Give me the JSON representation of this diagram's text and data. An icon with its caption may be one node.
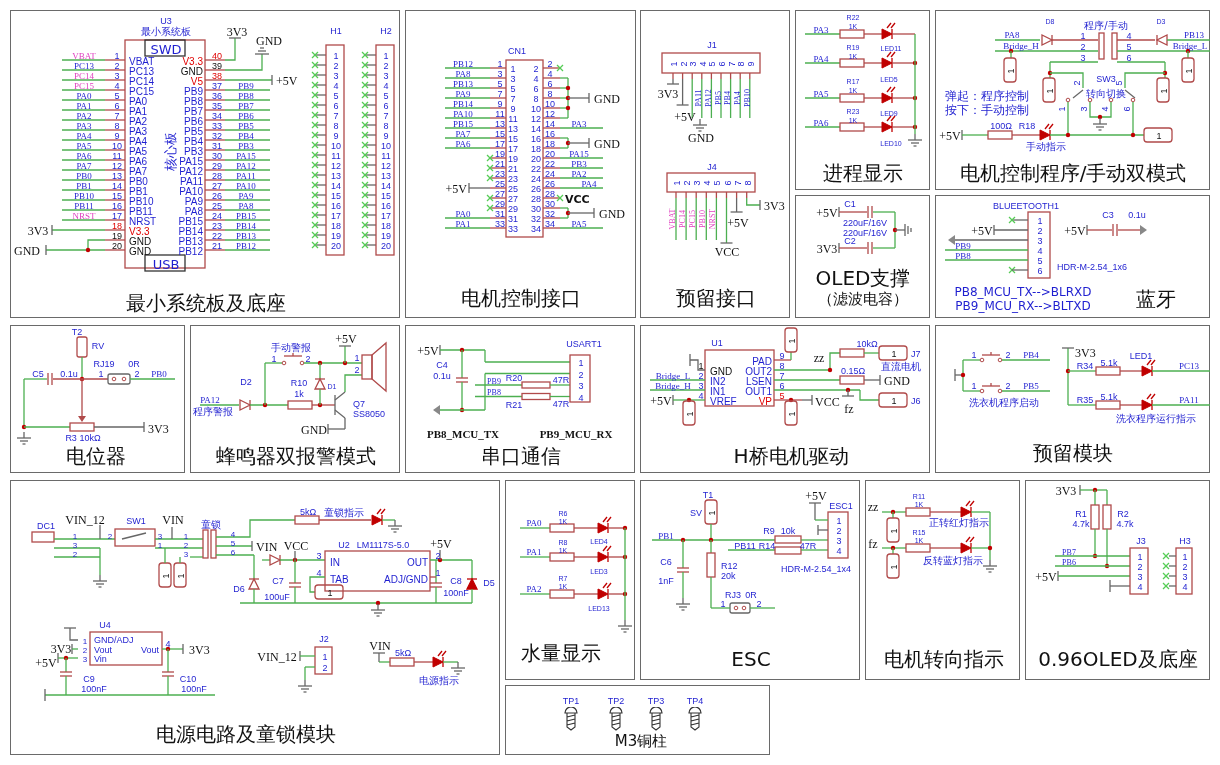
{
  "diagram": {
    "nodes": [
      {
        "text": [
          "U3",
          "最小系统板",
          "SWD",
          "USB",
          "核心板",
          "VBAT",
          "PC13",
          "PC14",
          "PC15",
          "PA0",
          "PA1",
          "PA2",
          "PA3",
          "PA4",
          "PA5",
          "PA6",
          "PA7",
          "PB0",
          "PB1",
          "PB10",
          "PB11",
          "NRST",
          "1",
          "2",
          "3",
          "4",
          "5",
          "6",
          "7",
          "8",
          "9",
          "10",
          "11",
          "12",
          "13",
          "14",
          "15",
          "16",
          "17",
          "18",
          "19",
          "20",
          "VBAT",
          "PC13",
          "PC14",
          "PC15",
          "PA0",
          "PA1",
          "PA2",
          "PA3",
          "PA4",
          "PA5",
          "PA6",
          "PA7",
          "PB0",
          "PB1",
          "PB10",
          "PB11",
          "NRST",
          "V3.3",
          "GND",
          "GND",
          "V3.3",
          "GND",
          "V5",
          "PB9",
          "PB8",
          "PB7",
          "PB6",
          "PB5",
          "PB4",
          "PB3",
          "PA15",
          "PA12",
          "PA11",
          "PA10",
          "PA9",
          "PA8",
          "PB15",
          "PB14",
          "PB13",
          "PB12",
          "40",
          "39",
          "38",
          "37",
          "36",
          "35",
          "34",
          "33",
          "32",
          "31",
          "30",
          "29",
          "28",
          "27",
          "26",
          "25",
          "24",
          "23",
          "22",
          "21",
          "PB9",
          "PB8",
          "PB7",
          "PB6",
          "PB5",
          "PB4",
          "PB3",
          "PA15",
          "PA12",
          "PA11",
          "PA10",
          "PA9",
          "PA8",
          "PB15",
          "PB14",
          "PB13",
          "PB12",
          "3V3",
          "GND",
          "+5V",
          "3V3",
          "GND",
          "H1",
          "1",
          "2",
          "3",
          "4",
          "5",
          "6",
          "7",
          "8",
          "9",
          "10",
          "11",
          "12",
          "13",
          "14",
          "15",
          "16",
          "17",
          "18",
          "19",
          "20",
          "H2",
          "1",
          "2",
          "3",
          "4",
          "5",
          "6",
          "7",
          "8",
          "9",
          "10",
          "11",
          "12",
          "13",
          "14",
          "15",
          "16",
          "17",
          "18",
          "19",
          "20",
          "最小系统板及底座"
        ]
      },
      {
        "text": [
          "CN1",
          "PB12",
          "PA8",
          "PB13",
          "PA9",
          "PB14",
          "PA10",
          "PB15",
          "PA7",
          "PA6",
          "PA0",
          "PA1",
          "1",
          "3",
          "5",
          "7",
          "9",
          "11",
          "13",
          "15",
          "17",
          "19",
          "21",
          "23",
          "25",
          "27",
          "29",
          "31",
          "33",
          "1",
          "3",
          "5",
          "7",
          "9",
          "11",
          "13",
          "15",
          "17",
          "19",
          "21",
          "23",
          "25",
          "27",
          "29",
          "31",
          "33",
          "2",
          "4",
          "6",
          "8",
          "10",
          "12",
          "14",
          "16",
          "18",
          "20",
          "22",
          "24",
          "26",
          "28",
          "30",
          "32",
          "34",
          "2",
          "4",
          "6",
          "8",
          "10",
          "12",
          "14",
          "16",
          "18",
          "20",
          "22",
          "24",
          "26",
          "28",
          "30",
          "32",
          "34",
          "PA3",
          "PA15",
          "PB3",
          "PA2",
          "PA4",
          "PA5",
          "GND",
          "GND",
          "GND",
          "+5V",
          "VCC",
          "电机控制接口"
        ]
      },
      {
        "text": [
          "J1",
          "1",
          "2",
          "3",
          "4",
          "5",
          "6",
          "7",
          "8",
          "9",
          "PA11",
          "PA12",
          "PB5",
          "PB4",
          "PA4",
          "PB10",
          "3V3",
          "+5V",
          "GND",
          "J4",
          "1",
          "2",
          "3",
          "4",
          "5",
          "6",
          "7",
          "8",
          "VBAT",
          "PC14",
          "PC15",
          "PB10",
          "NRST",
          "+5V",
          "3V3",
          "VCC",
          "预留接口"
        ]
      },
      {
        "text": [
          "PA3",
          "PA4",
          "PA5",
          "PA6",
          "R22",
          "1K",
          "R19",
          "1K",
          "R17",
          "1K",
          "R23",
          "1K",
          "LED11",
          "LED5",
          "LED9",
          "LED10",
          "进程显示"
        ]
      },
      {
        "text": [
          "D8",
          "D3",
          "程序/手动",
          "PA8",
          "Bridge_H",
          "PB13",
          "Bridge_L",
          "1",
          "2",
          "3",
          "4",
          "5",
          "6",
          "SW3",
          "转向切换",
          "2",
          "5",
          "1",
          "3",
          "4",
          "6",
          "弹起：程序控制",
          "按下：手动控制",
          "+5V",
          "100Ω",
          "R18",
          "手动指示",
          "1",
          "1",
          "1",
          "1",
          "1",
          "电机控制程序/手动双模式"
        ]
      },
      {
        "text": [
          "+5V",
          "C1",
          "220uF/16V",
          "220uF/16V",
          "3V3",
          "C2",
          "OLED支撑",
          "（滤波电容）"
        ]
      },
      {
        "text": [
          "BLUEETOOTH1",
          "1",
          "2",
          "3",
          "4",
          "5",
          "6",
          "+5V",
          "PB9",
          "PB8",
          "HDR-M-2.54_1x6",
          "C3",
          "0.1u",
          "+5V",
          "PB8_MCU_TX-->BLRXD",
          "PB9_MCU_RX-->BLTXD",
          "蓝牙"
        ]
      },
      {
        "text": [
          "T2",
          "RV",
          "C5",
          "0.1u",
          "RJ19",
          "0R",
          "1",
          "2",
          "PB0",
          "R3 10kΩ",
          "3V3",
          "电位器"
        ]
      },
      {
        "text": [
          "+5V",
          "手动警报",
          "1",
          "2",
          "1",
          "2",
          "D2",
          "R10",
          "1k",
          "D1",
          "PA12",
          "程序警报",
          "Q7",
          "SS8050",
          "GND",
          "蜂鸣器双报警模式"
        ]
      },
      {
        "text": [
          "+5V",
          "C4",
          "0.1u",
          "USART1",
          "1",
          "2",
          "3",
          "4",
          "PB9",
          "R20",
          "47R",
          "PB8",
          "R21",
          "47R",
          "PB8_MCU_TX",
          "PB9_MCU_RX",
          "串口通信"
        ]
      },
      {
        "text": [
          "U1",
          "1",
          "GND",
          "2",
          "IN2",
          "3",
          "IN1",
          "4",
          "VREF",
          "PAD",
          "OUT2",
          "LSEN",
          "OUT1",
          "VP",
          "9",
          "8",
          "7",
          "6",
          "5",
          "Bridge_L",
          "Bridge_H",
          "+5V",
          "zz",
          "10kΩ",
          "1",
          "J7",
          "直流电机",
          "0.15Ω",
          "GND",
          "1",
          "J6",
          "VCC",
          "fz",
          "1",
          "1",
          "1",
          "H桥电机驱动"
        ]
      },
      {
        "text": [
          "1",
          "2",
          "PB4",
          "1",
          "2",
          "PB5",
          "洗衣机程序启动",
          "3V3",
          "LED1",
          "R34",
          "5.1k",
          "PC13",
          "R35",
          "5.1k",
          "PA11",
          "洗衣程序运行指示",
          "预留模块"
        ]
      },
      {
        "text": [
          "DC1",
          "VIN_12",
          "SW1",
          "VIN",
          "童锁",
          "1",
          "3",
          "2",
          "2",
          "3",
          "1",
          "1",
          "2",
          "3",
          "4",
          "5",
          "6",
          "5kΩ",
          "童锁指示",
          "VIN",
          "VCC",
          "U2",
          "LM1117S-5.0",
          "+5V",
          "IN",
          "OUT",
          "3",
          "2",
          "4",
          "TAB",
          "ADJ/GND",
          "1",
          "D6",
          "C7",
          "100uF",
          "C8",
          "100nF",
          "D5",
          "1",
          "U4",
          "GND/ADJ",
          "1",
          "2",
          "3",
          "Vout",
          "Vin",
          "Vout",
          "4",
          "3V3",
          "+5V",
          "3V3",
          "C9",
          "100nF",
          "C10",
          "100nF",
          "J2",
          "VIN_12",
          "1",
          "2",
          "VIN",
          "5kΩ",
          "电源指示",
          "1",
          "1",
          "电源电路及童锁模块"
        ]
      },
      {
        "text": [
          "PA0",
          "R6",
          "1K",
          "LED4",
          "PA1",
          "R8",
          "1K",
          "LED3",
          "PA2",
          "R7",
          "1K",
          "LED13",
          "水量显示"
        ]
      },
      {
        "text": [
          "T1",
          "SV",
          "1",
          "+5V",
          "ESC1",
          "1",
          "2",
          "3",
          "4",
          "PB1",
          "C6",
          "1nF",
          "R12",
          "20k",
          "PB11",
          "R9",
          "10k",
          "R14",
          "47R",
          "HDR-M-2.54_1x4",
          "RJ3",
          "0R",
          "1",
          "2",
          "ESC"
        ]
      },
      {
        "text": [
          "zz",
          "R11",
          "1K",
          "正转红灯指示",
          "fz",
          "R15",
          "1K",
          "反转蓝灯指示",
          "1",
          "1",
          "电机转向指示"
        ]
      },
      {
        "text": [
          "3V3",
          "R1",
          "4.7k",
          "R2",
          "4.7k",
          "J3",
          "H3",
          "PB7",
          "PB6",
          "+5V",
          "1",
          "2",
          "3",
          "4",
          "1",
          "2",
          "3",
          "4",
          "0.96OLED及底座"
        ]
      },
      {
        "text": [
          "TP1",
          "TP2",
          "TP3",
          "TP4",
          "M3铜柱"
        ]
      }
    ]
  }
}
